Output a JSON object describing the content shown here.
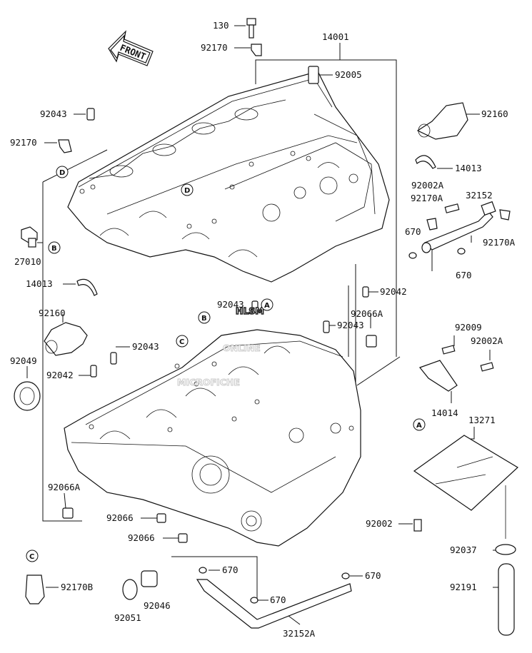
{
  "diagram": {
    "front_label": "FRONT",
    "watermark": {
      "line1": "HLSM",
      "line2": "ONLINE",
      "line3": "MICROFICHE"
    },
    "parts": {
      "p130": "130",
      "p92170_top": "92170",
      "p14001": "14001",
      "p92005": "92005",
      "p92043_a": "92043",
      "p92160_r": "92160",
      "p92170_l": "92170",
      "p14013_r": "14013",
      "p92002A_a": "92002A",
      "p92170A_a": "92170A",
      "p32152": "32152",
      "p670_a": "670",
      "p92170A_b": "92170A",
      "p27010": "27010",
      "p670_b": "670",
      "p14013_l": "14013",
      "p92042_r": "92042",
      "p92043_b": "92043",
      "p92066A_r": "92066A",
      "p92043_c": "92043",
      "p92160_l": "92160",
      "p92009": "92009",
      "p92002A_b": "92002A",
      "p92043_d": "92043",
      "p92049": "92049",
      "p92042_l": "92042",
      "p14014": "14014",
      "p13271": "13271",
      "p92066A_l": "92066A",
      "p92066_a": "92066",
      "p92002": "92002",
      "p92066_b": "92066",
      "p92037": "92037",
      "p670_c": "670",
      "p670_d": "670",
      "p92170B": "92170B",
      "p92191": "92191",
      "p670_e": "670",
      "p92051": "92051",
      "p92046": "92046",
      "p32152A": "32152A"
    },
    "callouts": {
      "d1": "D",
      "d2": "D",
      "b1": "B",
      "a1": "A",
      "b2": "B",
      "c1": "C",
      "a2": "A",
      "c2": "C"
    }
  }
}
